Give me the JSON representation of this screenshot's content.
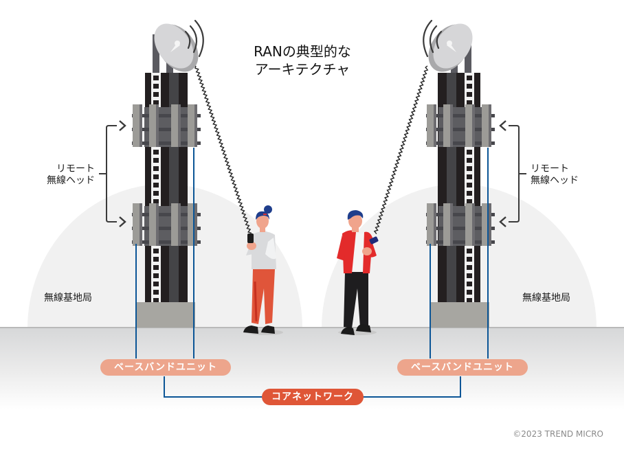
{
  "title": {
    "line1": "RANの典型的な",
    "line2": "アーキテクチャ"
  },
  "stations": [
    {
      "side": "left",
      "remote_radio_head_label": {
        "line1": "リモート",
        "line2": "無線ヘッド"
      },
      "base_station_label": "無線基地局",
      "baseband_unit_label": "ベースバンドユニット"
    },
    {
      "side": "right",
      "remote_radio_head_label": {
        "line1": "リモート",
        "line2": "無線ヘッド"
      },
      "base_station_label": "無線基地局",
      "baseband_unit_label": "ベースバンドユニット"
    }
  ],
  "core_network_label": "コアネットワーク",
  "users": [
    {
      "name": "woman",
      "device": "smartphone"
    },
    {
      "name": "man",
      "device": "smartphone"
    }
  ],
  "copyright": "©2023 TREND MICRO",
  "colors": {
    "cable": "#0b5596",
    "bbu_pill": "#eda58c",
    "core_pill": "#df5637",
    "tower": "#231f20",
    "tower_stripe": "#444447",
    "radio_head": "#9c9b97",
    "dish": "#d6d6d8",
    "coverage": "#f1f1f1",
    "ground": "#d9dadb"
  }
}
